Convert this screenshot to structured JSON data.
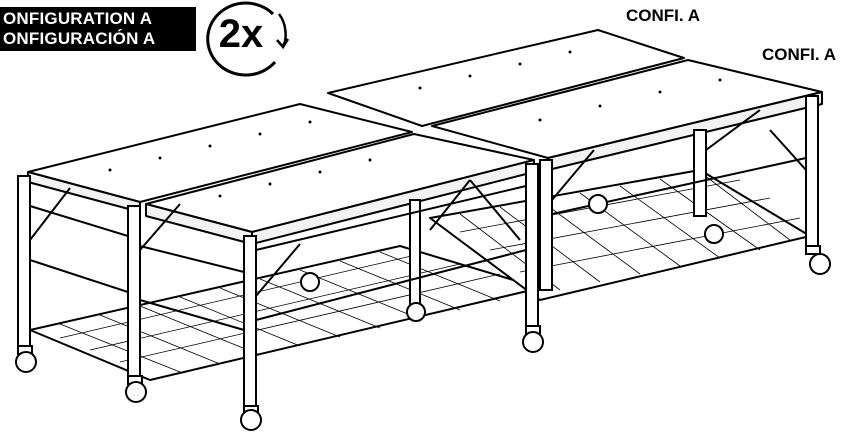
{
  "header": {
    "config_line_en": "ONFIGURATION A",
    "config_line_es": "ONFIGURACIÓN A",
    "quantity_badge": "2x"
  },
  "callouts": {
    "config_top": "CONFI. A",
    "config_right": "CONFI. A"
  },
  "colors": {
    "line": "#000000",
    "paper": "#ffffff",
    "frame_fill": "#f2f2f2"
  },
  "icons": {
    "badge_arrow": "curved-arrow-icon",
    "caster": "caster-wheel-icon"
  }
}
